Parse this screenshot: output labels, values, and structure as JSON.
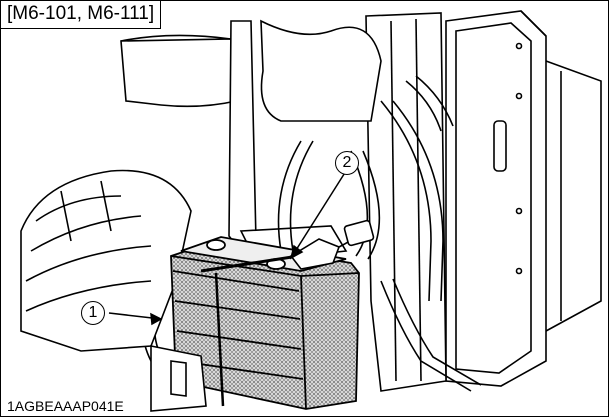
{
  "figure": {
    "model_label": "[M6-101, M6-111]",
    "figure_code": "1AGBEAAAP041E",
    "callouts": [
      {
        "number": "1",
        "target": "battery"
      },
      {
        "number": "2",
        "target": "battery-terminal"
      }
    ]
  }
}
